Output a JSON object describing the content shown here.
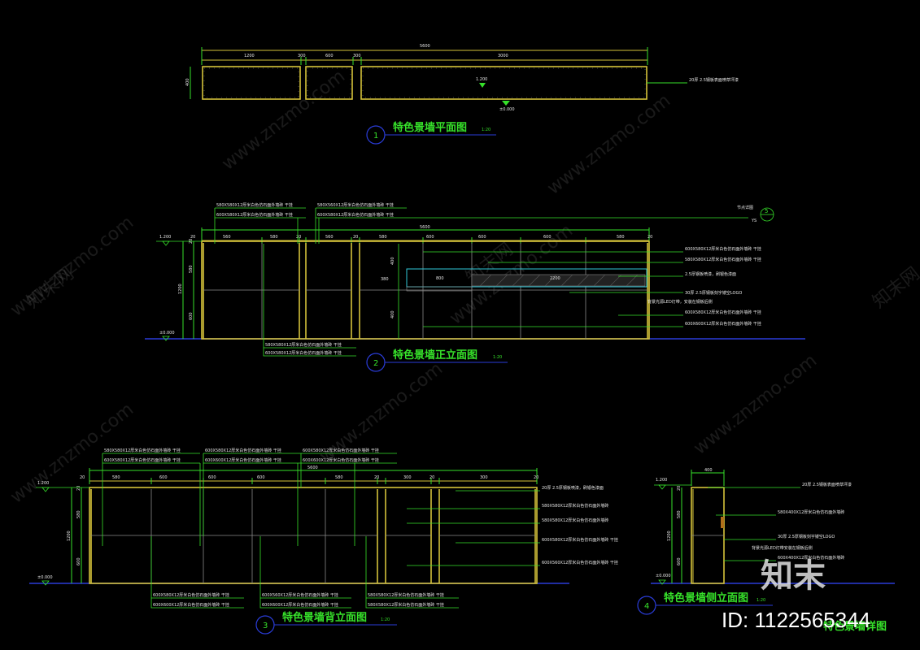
{
  "plan": {
    "title": "特色景墙平面图",
    "scale": "1:20",
    "number": "1",
    "overall": "5600",
    "dims": [
      "1200",
      "300",
      "600",
      "300",
      "3000"
    ],
    "thickness": "400",
    "level_top": "1.200",
    "level_base": "±0.000",
    "note": "20厚 2.5钢板表面喷草坪漆"
  },
  "front": {
    "title": "特色景墙正立面图",
    "scale": "1:20",
    "number": "2",
    "overall": "5600",
    "top_dims": [
      "20",
      "560",
      "580",
      "20",
      "560",
      "20",
      "580",
      "600",
      "600",
      "600",
      "580",
      "20"
    ],
    "left_dims": [
      "20",
      "580",
      "1200",
      "600"
    ],
    "level_top": "1.200",
    "level_base": "±0.000",
    "sign_label": "节点详图",
    "sign_number": "5",
    "sign_ref": "YS",
    "inner_dims": [
      "800",
      "2200",
      "400",
      "400",
      "380"
    ],
    "notes_top": [
      "580X580X12厚米白色仿石面外墙砖 干挂",
      "600X580X12厚米白色仿石面外墙砖 干挂",
      "580X560X12厚米白色仿石面外墙砖 干挂",
      "600X580X12厚米白色仿石面外墙砖 干挂"
    ],
    "notes_right": [
      "600X580X12厚米白色仿石面外墙砖 干挂",
      "580X580X12厚米白色仿石面外墙砖 干挂",
      "2.5厚钢板喷漆，刷银色漆面",
      "30厚 2.5厚钢板刻字镂空LOGO",
      "背景光源LED灯带，安装在钢板后侧",
      "600X580X12厚米白色仿石面外墙砖 干挂",
      "600X600X12厚米白色仿石面外墙砖 干挂"
    ],
    "notes_bottom": [
      "580X580X12厚米白色仿石面外墙砖 干挂",
      "600X580X12厚米白色仿石面外墙砖 干挂"
    ]
  },
  "back": {
    "title": "特色景墙背立面图",
    "scale": "1:20",
    "number": "3",
    "overall": "5600",
    "top_dims": [
      "20",
      "580",
      "600",
      "600",
      "600",
      "580",
      "20",
      "300",
      "20",
      "300",
      "20"
    ],
    "left_dims": [
      "20",
      "580",
      "1200",
      "600"
    ],
    "level_top": "1.200",
    "level_base": "±0.000",
    "notes_top": [
      "580X580X12厚米白色仿石面外墙砖 干挂",
      "600X580X12厚米白色仿石面外墙砖 干挂",
      "600X580X12厚米白色仿石面外墙砖 干挂",
      "600X600X12厚米白色仿石面外墙砖 干挂",
      "600X580X12厚米白色仿石面外墙砖 干挂",
      "600X600X12厚米白色仿石面外墙砖 干挂"
    ],
    "notes_right": [
      "20厚 2.5厚钢板喷漆，刷银色漆面",
      "580X580X12厚米白色仿石面外墙砖",
      "580X580X12厚米白色仿石面外墙砖",
      "600X580X12厚米白色仿石面外墙砖 干挂",
      "600X560X12厚米白色仿石面外墙砖 干挂"
    ],
    "notes_bottom": [
      "600X580X12厚米白色仿石面外墙砖 干挂",
      "600X600X12厚米白色仿石面外墙砖 干挂",
      "600X560X12厚米白色仿石面外墙砖 干挂",
      "600X600X12厚米白色仿石面外墙砖 干挂",
      "580X580X12厚米白色仿石面外墙砖 干挂",
      "580X580X12厚米白色仿石面外墙砖 干挂"
    ]
  },
  "side": {
    "title": "特色景墙侧立面图",
    "scale": "1:20",
    "number": "4",
    "width": "400",
    "left_dims": [
      "20",
      "580",
      "1200",
      "600"
    ],
    "level_top": "1.200",
    "level_base": "±0.000",
    "notes": [
      "20厚 2.5钢板表面喷草坪漆",
      "580X400X12厚米白色仿石面外墙砖",
      "30厚 2.5厚钢板刻字镂空LOGO",
      "背景光源LED灯带安装在钢板后侧",
      "600X400X12厚米白色仿石面外墙砖"
    ],
    "caption_extra": "特色景墙详图"
  },
  "watermark": {
    "text": "www.znzmo.com",
    "brand": "知末网",
    "logo": "知末",
    "id": "ID: 1122565344"
  },
  "colors": {
    "background": "#000000",
    "text_green": "#36e02a",
    "wall_yellow": "#d4c23a",
    "ground_blue": "#2a3cd8",
    "leader_green": "#36e02a",
    "cyan": "#30c8d8",
    "grid": "#8a8a8a"
  }
}
